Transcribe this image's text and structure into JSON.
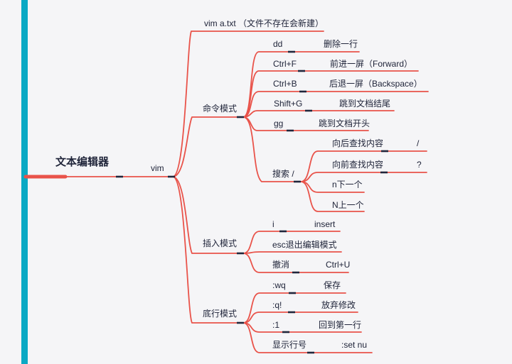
{
  "colors": {
    "background": "#f5f5f7",
    "branch_line": "#e9534a",
    "accent_bar": "#0ba9c4",
    "text": "#20253a",
    "tick": "#20253a"
  },
  "mindmap": {
    "root_label": "文本编辑器",
    "vim_label": "vim",
    "open_file_label": "vim a.txt （文件不存在会新建）",
    "command_mode": {
      "label": "命令模式",
      "items": [
        {
          "key": "dd",
          "desc": "删除一行"
        },
        {
          "key": "Ctrl+F",
          "desc": "前进一屏（Forward）"
        },
        {
          "key": "Ctrl+B",
          "desc": "后退一屏（Backspace）"
        },
        {
          "key": "Shift+G",
          "desc": "跳到文档结尾"
        },
        {
          "key": "gg",
          "desc": "跳到文档开头"
        }
      ],
      "search": {
        "label": "搜索 /",
        "items": [
          {
            "key": "向后查找内容",
            "desc": "/"
          },
          {
            "key": "向前查找内容",
            "desc": "?"
          },
          {
            "key": "n下一个"
          },
          {
            "key": "N上一个"
          }
        ]
      }
    },
    "insert_mode": {
      "label": "插入模式",
      "items": [
        {
          "key": "i",
          "desc": "insert"
        },
        {
          "key": "esc退出编辑模式"
        },
        {
          "key": "撤消",
          "desc": "Ctrl+U"
        }
      ]
    },
    "lastline_mode": {
      "label": "底行模式",
      "items": [
        {
          "key": ":wq",
          "desc": "保存"
        },
        {
          "key": ":q!",
          "desc": "放弃修改"
        },
        {
          "key": ":1",
          "desc": "回到第一行"
        },
        {
          "key": "显示行号",
          "desc": ":set nu"
        }
      ]
    }
  }
}
